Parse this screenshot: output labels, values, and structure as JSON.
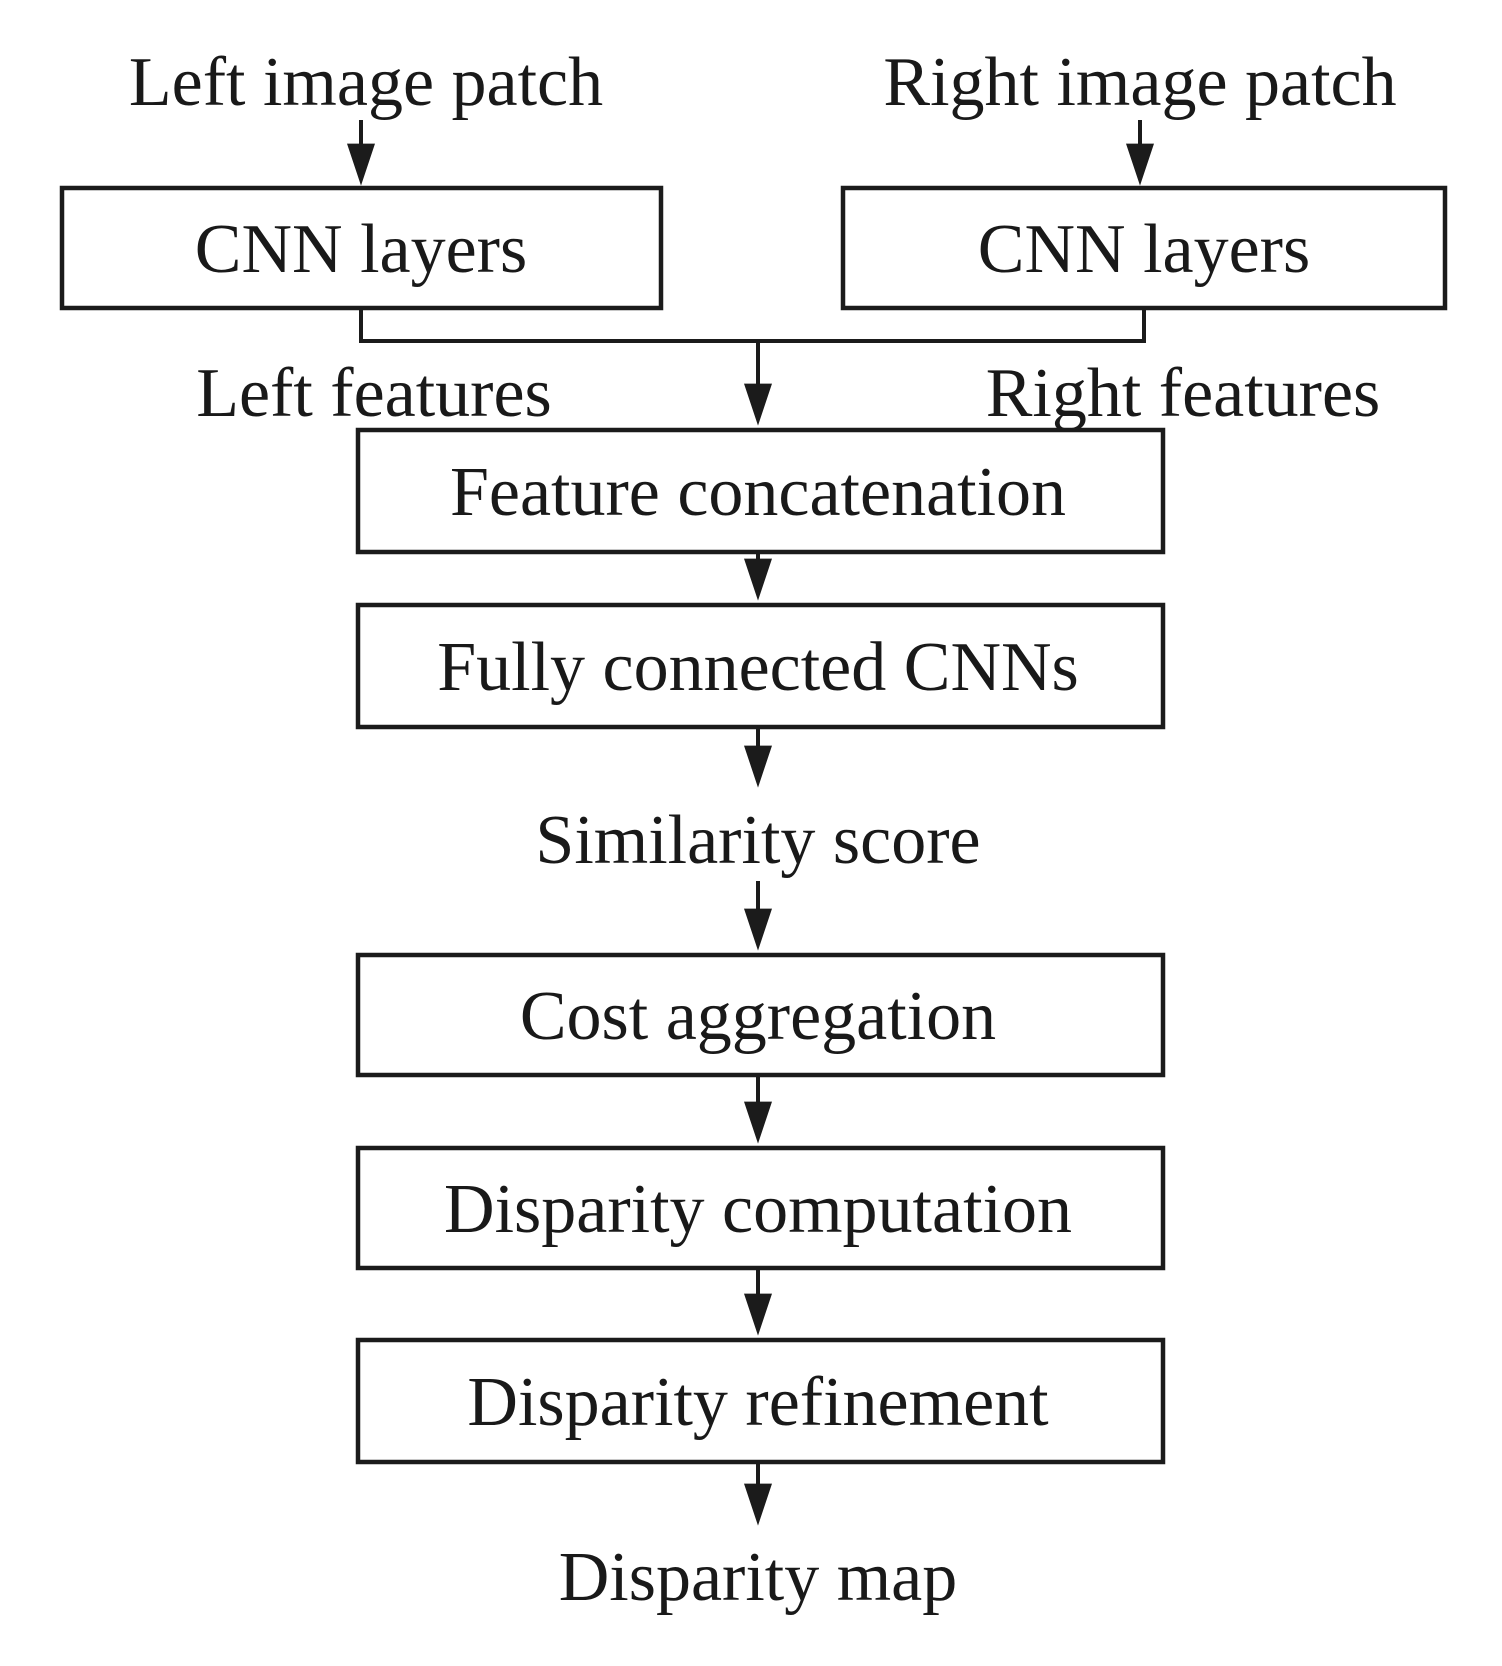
{
  "page": {
    "background_color": "#ffffff",
    "ink_color": "#1b1b1b",
    "box_fill_color": "#ffffff"
  },
  "diagram": {
    "type": "flowchart",
    "description": "Stereo matching pipeline with two CNN branches merging into a disparity estimation flow",
    "nodes": {
      "left_input": "Left image patch",
      "right_input": "Right image patch",
      "left_cnn": "CNN layers",
      "right_cnn": "CNN layers",
      "left_features": "Left features",
      "right_features": "Right features",
      "feature_concatenation": "Feature concatenation",
      "fully_connected": "Fully connected CNNs",
      "similarity_score": "Similarity score",
      "cost_aggregation": "Cost aggregation",
      "disparity_computation": "Disparity computation",
      "disparity_refinement": "Disparity refinement",
      "disparity_map": "Disparity map"
    },
    "edges": [
      {
        "from": "left_input",
        "to": "left_cnn"
      },
      {
        "from": "right_input",
        "to": "right_cnn"
      },
      {
        "from": "left_cnn",
        "to": "feature_concatenation",
        "output_label": "left_features"
      },
      {
        "from": "right_cnn",
        "to": "feature_concatenation",
        "output_label": "right_features"
      },
      {
        "from": "feature_concatenation",
        "to": "fully_connected"
      },
      {
        "from": "fully_connected",
        "to": "similarity_score"
      },
      {
        "from": "similarity_score",
        "to": "cost_aggregation"
      },
      {
        "from": "cost_aggregation",
        "to": "disparity_computation"
      },
      {
        "from": "disparity_computation",
        "to": "disparity_refinement"
      },
      {
        "from": "disparity_refinement",
        "to": "disparity_map"
      }
    ]
  }
}
